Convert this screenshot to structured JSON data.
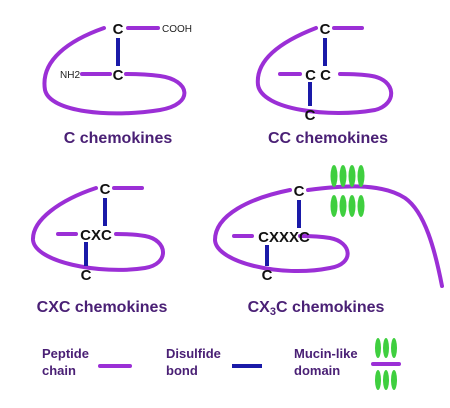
{
  "panels": {
    "c": {
      "title": "C chemokines",
      "cys_top": "C",
      "cys_bottom": "C",
      "terminal_c": "COOH",
      "terminal_n": "NH2"
    },
    "cc": {
      "title": "CC chemokines",
      "cys_top": "C",
      "cys_pair": "C C",
      "cys_bottom": "C"
    },
    "cxc": {
      "title": "CXC chemokines",
      "cys_top": "C",
      "motif": "CXC",
      "cys_bottom": "C"
    },
    "cx3c": {
      "title_prefix": "CX",
      "title_sub": "3",
      "title_suffix": "C chemokines",
      "cys_top": "C",
      "motif": "CXXXC",
      "cys_bottom": "C"
    }
  },
  "legend": {
    "peptide_line1": "Peptide",
    "peptide_line2": "chain",
    "disulfide_line1": "Disulfide",
    "disulfide_line2": "bond",
    "mucin_line1": "Mucin-like",
    "mucin_line2": "domain"
  },
  "colors": {
    "peptide_chain": "#9b2fd6",
    "disulfide_bond": "#1a1aa8",
    "mucin_domain": "#3fcf3f",
    "title_text": "#4a2075"
  }
}
